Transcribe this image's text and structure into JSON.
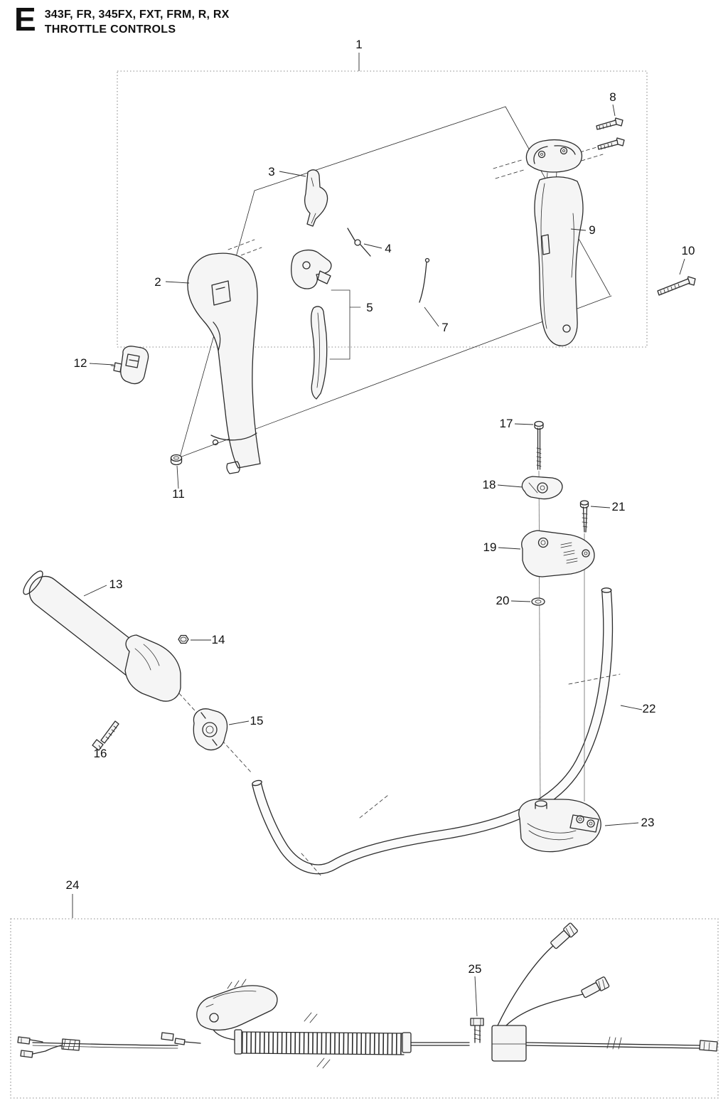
{
  "header": {
    "section_letter": "E",
    "models": "343F, FR, 345FX, FXT, FRM, R, RX",
    "title": "THROTTLE CONTROLS"
  },
  "callouts": {
    "c1": "1",
    "c2": "2",
    "c3": "3",
    "c4": "4",
    "c5": "5",
    "c7": "7",
    "c8": "8",
    "c9": "9",
    "c10": "10",
    "c11": "11",
    "c12": "12",
    "c13": "13",
    "c14": "14",
    "c15": "15",
    "c16": "16",
    "c17": "17",
    "c18": "18",
    "c19": "19",
    "c20": "20",
    "c21": "21",
    "c22": "22",
    "c23": "23",
    "c24": "24",
    "c25": "25"
  }
}
